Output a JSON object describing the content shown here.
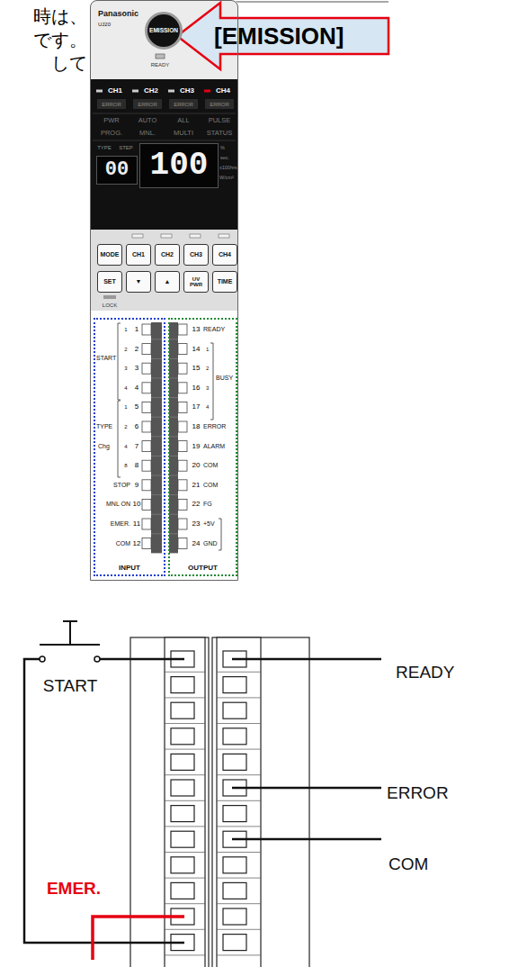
{
  "diagram": {
    "nodes": [
      {
        "text": [
          "Panasonic",
          "UJ20"
        ]
      },
      {
        "text": [
          "EMISSION"
        ],
        "in": 0
      },
      {
        "text": [
          "00"
        ],
        "in": 0
      },
      {
        "text": [
          "100"
        ],
        "in": 0
      },
      {
        "text": [
          "MODE"
        ],
        "in": 0
      },
      {
        "text": [
          "CH1"
        ],
        "in": 0
      },
      {
        "text": [
          "CH2"
        ],
        "in": 0
      },
      {
        "text": [
          "CH3"
        ],
        "in": 0
      },
      {
        "text": [
          "CH4"
        ],
        "in": 0
      },
      {
        "text": [
          "SET"
        ],
        "in": 0
      },
      {
        "text": [
          "▼"
        ],
        "in": 0
      },
      {
        "text": [
          "▲"
        ],
        "in": 0
      },
      {
        "text": [
          "UV PWR"
        ],
        "in": 0
      },
      {
        "text": [
          "TIME"
        ],
        "in": 0
      },
      {
        "text": [
          "INPUT"
        ],
        "in": 0
      },
      {
        "text": [
          "OUTPUT"
        ],
        "in": 0
      }
    ],
    "labels": [
      "時は、",
      "です。",
      "して",
      "[EMISSION]",
      "READY",
      "CH1",
      "ERROR",
      "CH2",
      "ERROR",
      "CH3",
      "ERROR",
      "CH4",
      "ERROR",
      "PWR",
      "AUTO",
      "ALL",
      "PULSE",
      "PROG.",
      "MNL.",
      "MULTI",
      "STATUS",
      "TYPE",
      "STEP",
      "%",
      "sec.",
      "x100hrs",
      "W/cm²",
      "LOCK",
      "1",
      "2",
      "3",
      "4",
      "5",
      "6",
      "7",
      "8",
      "9",
      "10",
      "11",
      "12",
      "13",
      "14",
      "15",
      "16",
      "17",
      "18",
      "19",
      "20",
      "21",
      "22",
      "23",
      "24",
      "START",
      "1",
      "2",
      "3",
      "4",
      "TYPE",
      "Chg",
      "1",
      "2",
      "4",
      "8",
      "STOP",
      "MNL ON",
      "EMER.",
      "COM",
      "READY",
      "1",
      "2",
      "3",
      "4",
      "BUSY",
      "ERROR",
      "ALARM",
      "COM",
      "COM",
      "FG",
      "+5V",
      "GND",
      "START",
      "READY",
      "ERROR",
      "COM",
      "EMER."
    ]
  }
}
